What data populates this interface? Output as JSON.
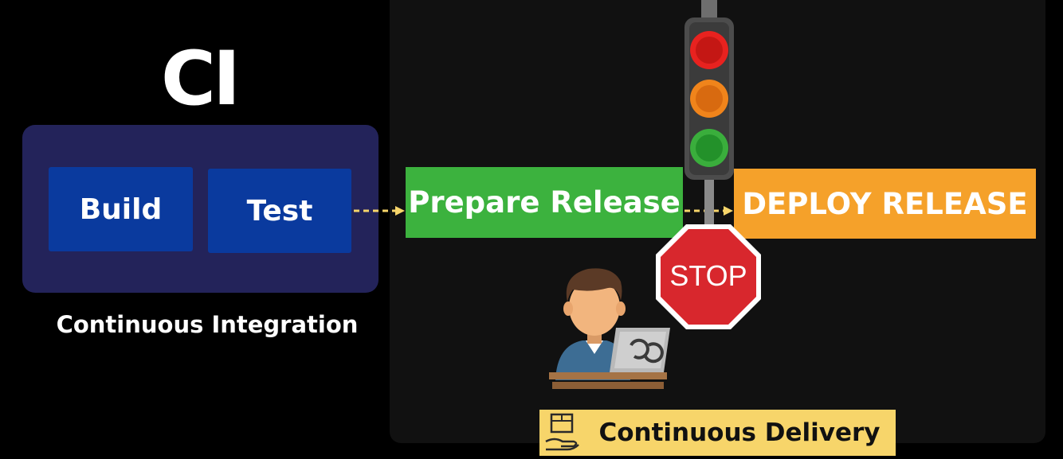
{
  "ci": {
    "title": "CI",
    "caption": "Continuous Integration",
    "steps": [
      "Build",
      "Test"
    ]
  },
  "cd": {
    "prepare_label": "Prepare Release",
    "deploy_label": "DEPLOY RELEASE",
    "stop_sign_text": "STOP",
    "banner_label": "Continuous Delivery"
  },
  "colors": {
    "background": "#000000",
    "ci_container": "#23235a",
    "step_box": "#0a3a9e",
    "prepare": "#3cb23e",
    "deploy": "#f5a12a",
    "arrow": "#f7d56a",
    "banner": "#f7d56a",
    "stop_sign": "#d8272d",
    "light_red": "#e8221f",
    "light_orange": "#f0841b",
    "light_green": "#3aae3c"
  },
  "icons": {
    "traffic_light": "traffic-light-icon",
    "stop_sign": "stop-sign-icon",
    "developer": "developer-laptop-icon",
    "package": "package-hand-icon"
  }
}
